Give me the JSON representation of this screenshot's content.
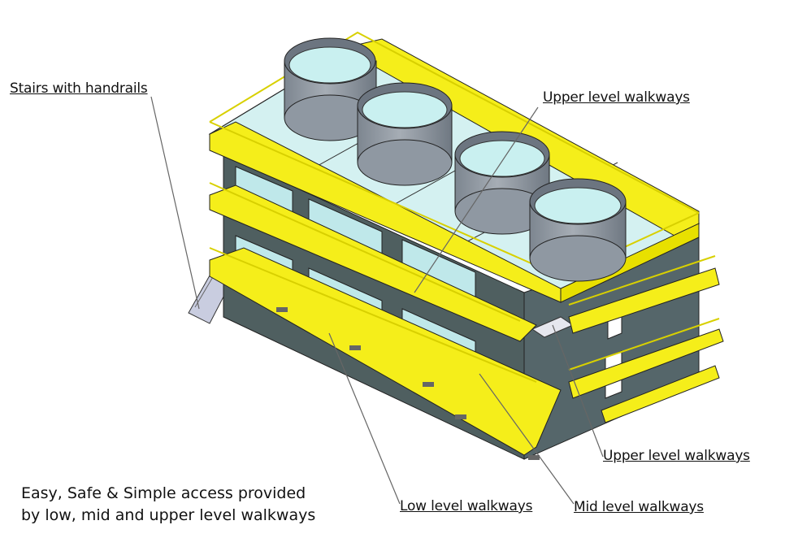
{
  "labels": {
    "stairs": "Stairs with handrails",
    "upper_top": "Upper level walkways",
    "upper_bottom": "Upper level walkways",
    "low": "Low level walkways",
    "mid": "Mid level walkways"
  },
  "caption": {
    "line1": "Easy, Safe & Simple access provided",
    "line2": "by low, mid and upper level walkways"
  },
  "colors": {
    "walkway": "#f5ee1a",
    "roof": "#d4f1f1",
    "fan_shroud": "#8f98a2",
    "frame": "#4f5f60",
    "leader": "#666666"
  }
}
